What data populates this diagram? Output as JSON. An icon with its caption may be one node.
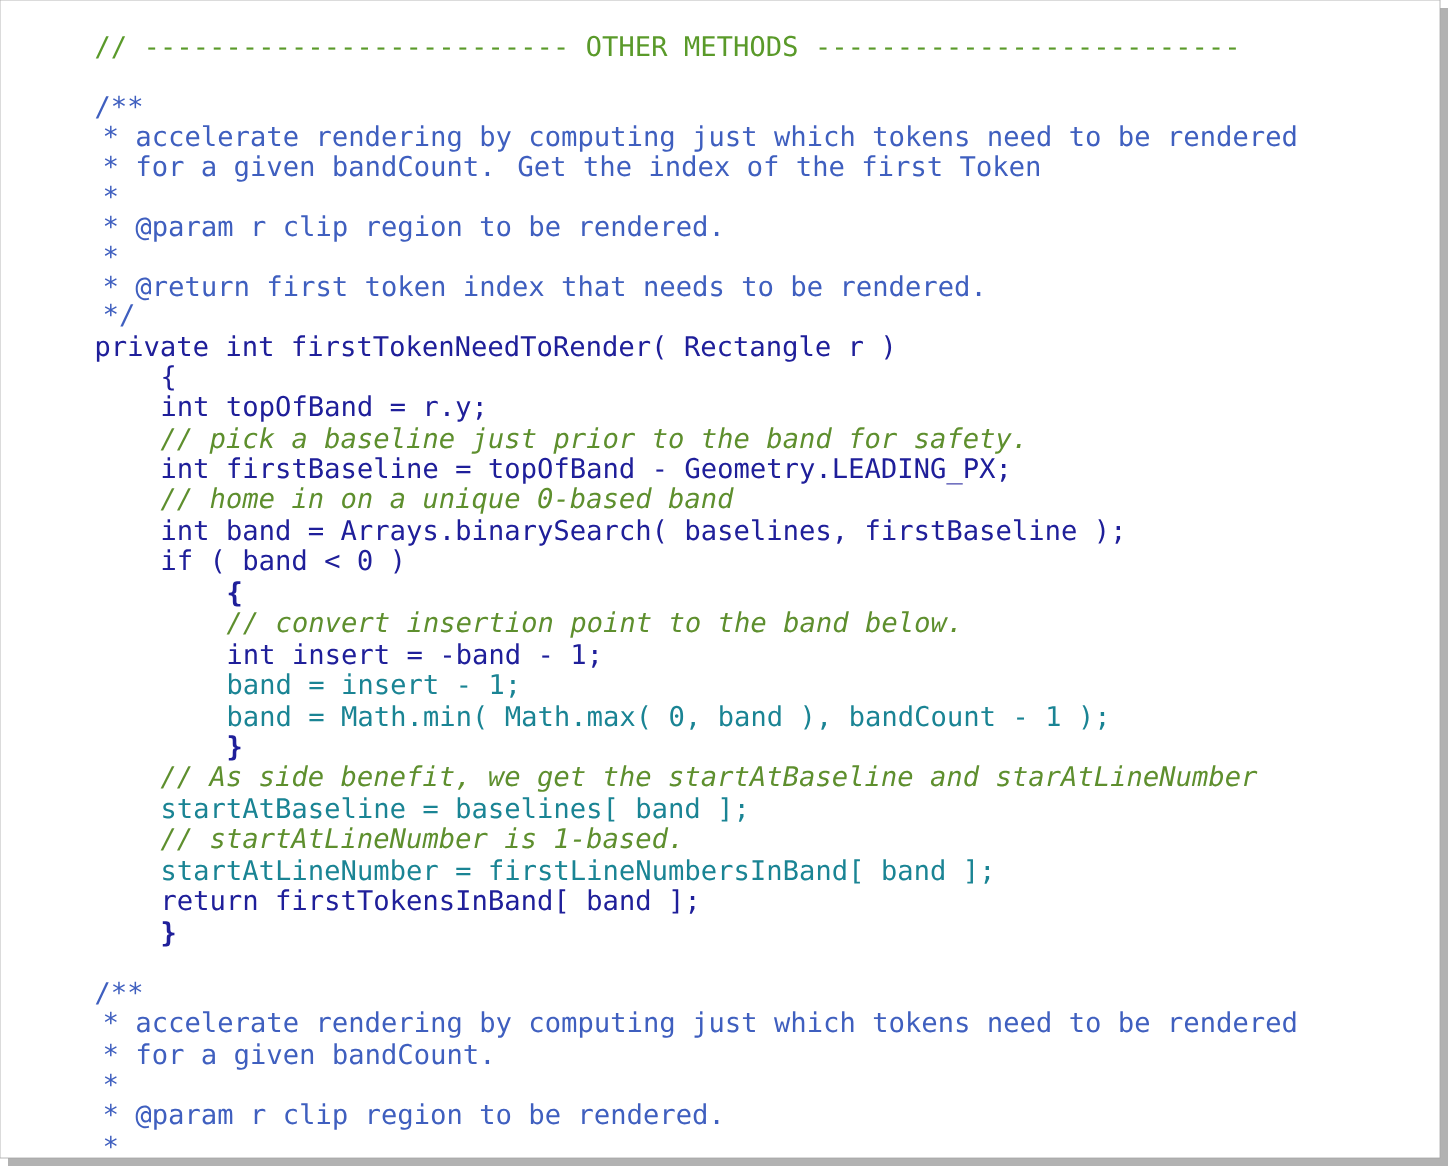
{
  "diagram": {
    "labels": [
      "// -------------------------- OTHER METHODS --------------------------",
      "/**",
      "* accelerate rendering by computing just which tokens need to be rendered",
      "* for a given bandCount. Get the index of the first Token",
      "*",
      "* @param r clip region to be rendered.",
      "*",
      "* @return first token index that needs to be rendered.",
      "*/",
      "private int firstTokenNeedToRender( Rectangle r )",
      "{",
      "int topOfBand = r.y;",
      "// pick a baseline just prior to the band for safety.",
      "int firstBaseline = topOfBand - Geometry.LEADING_PX;",
      "// home in on a unique 0-based band",
      "int band = Arrays.binarySearch( baselines, firstBaseline );",
      "if ( band < 0 )",
      "{",
      "// convert insertion point to the band below.",
      "int insert = -band - 1;",
      "band = insert - 1;",
      "band = Math.min( Math.max( 0, band ), bandCount - 1 );",
      "}",
      "// As side benefit, we get the startAtBaseline and starAtLineNumber",
      "startAtBaseline = baselines[ band ];",
      "// startAtLineNumber is 1-based.",
      "startAtLineNumber = firstLineNumbersInBand[ band ];",
      "return firstTokensInBand[ band ];",
      "}",
      "/**",
      "* accelerate rendering by computing just which tokens need to be rendered",
      "* for a given bandCount.",
      "*",
      "* @param r clip region to be rendered.",
      "*"
    ]
  }
}
